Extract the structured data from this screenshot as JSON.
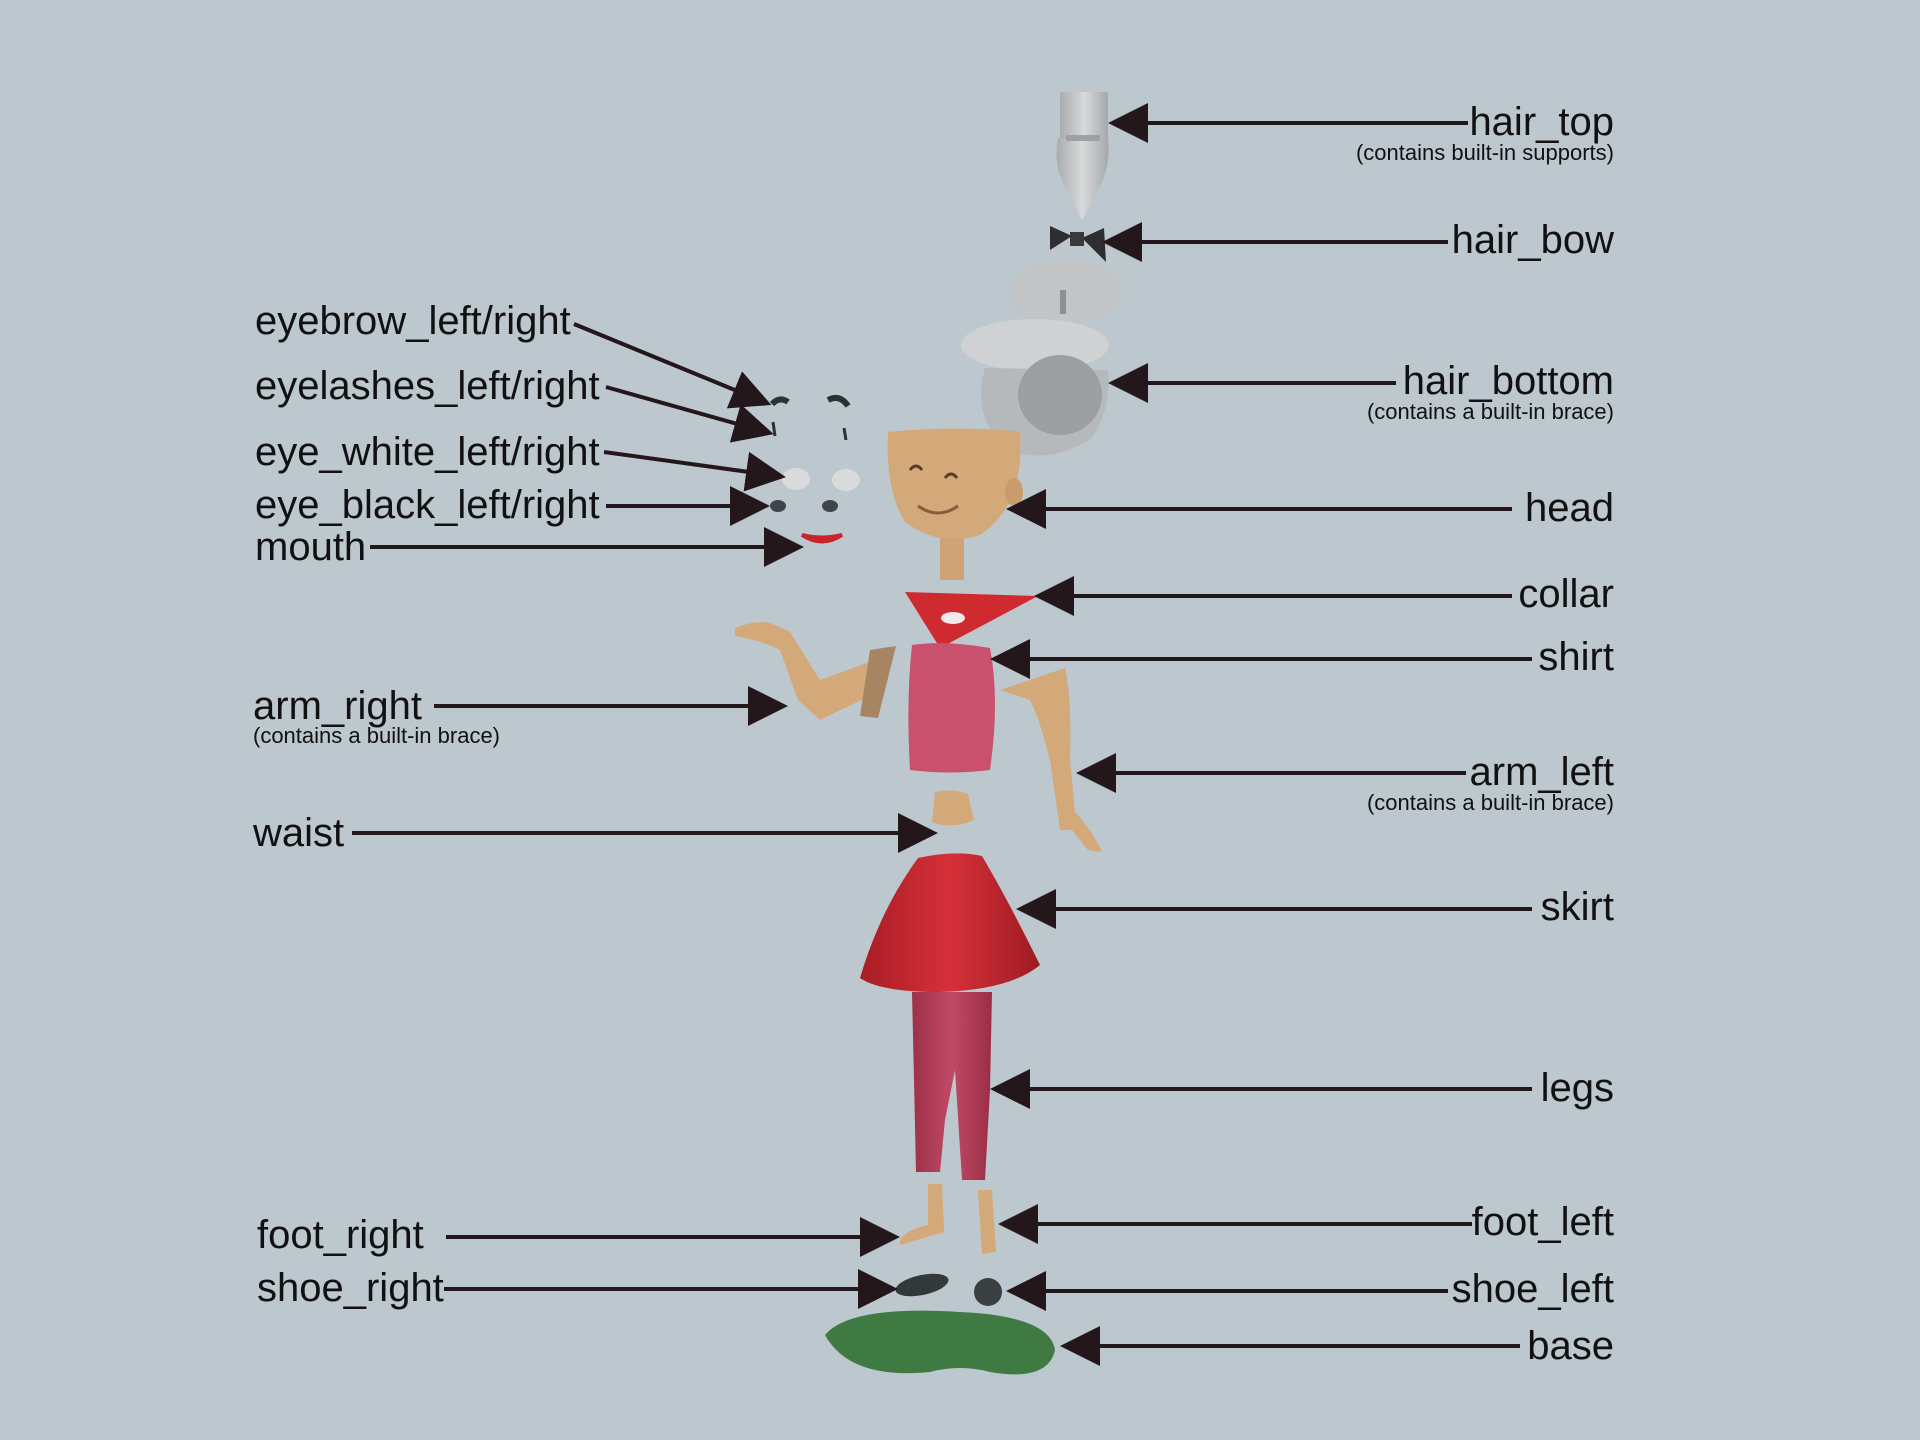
{
  "labels": {
    "hair_top": "hair_top",
    "hair_top_note": "(contains built-in supports)",
    "hair_bow": "hair_bow",
    "hair_bottom": "hair_bottom",
    "hair_bottom_note": "(contains a built-in brace)",
    "head": "head",
    "collar": "collar",
    "shirt": "shirt",
    "arm_left": "arm_left",
    "arm_left_note": "(contains a built-in brace)",
    "skirt": "skirt",
    "legs": "legs",
    "foot_left": "foot_left",
    "shoe_left": "shoe_left",
    "base": "base",
    "eyebrow": "eyebrow_left/right",
    "eyelashes": "eyelashes_left/right",
    "eye_white": "eye_white_left/right",
    "eye_black": "eye_black_left/right",
    "mouth": "mouth",
    "arm_right": "arm_right",
    "arm_right_note": "(contains a built-in brace)",
    "waist": "waist",
    "foot_right": "foot_right",
    "shoe_right": "shoe_right"
  },
  "colors": {
    "background": "#bdc7ce",
    "arrow": "#24171c",
    "skin": "#d4a97a",
    "hair": "#c6c8c9",
    "red": "#c9262b",
    "pink": "#c9516e",
    "legs": "#b23c57",
    "base": "#3e7a42",
    "bow": "#2e2e30"
  }
}
